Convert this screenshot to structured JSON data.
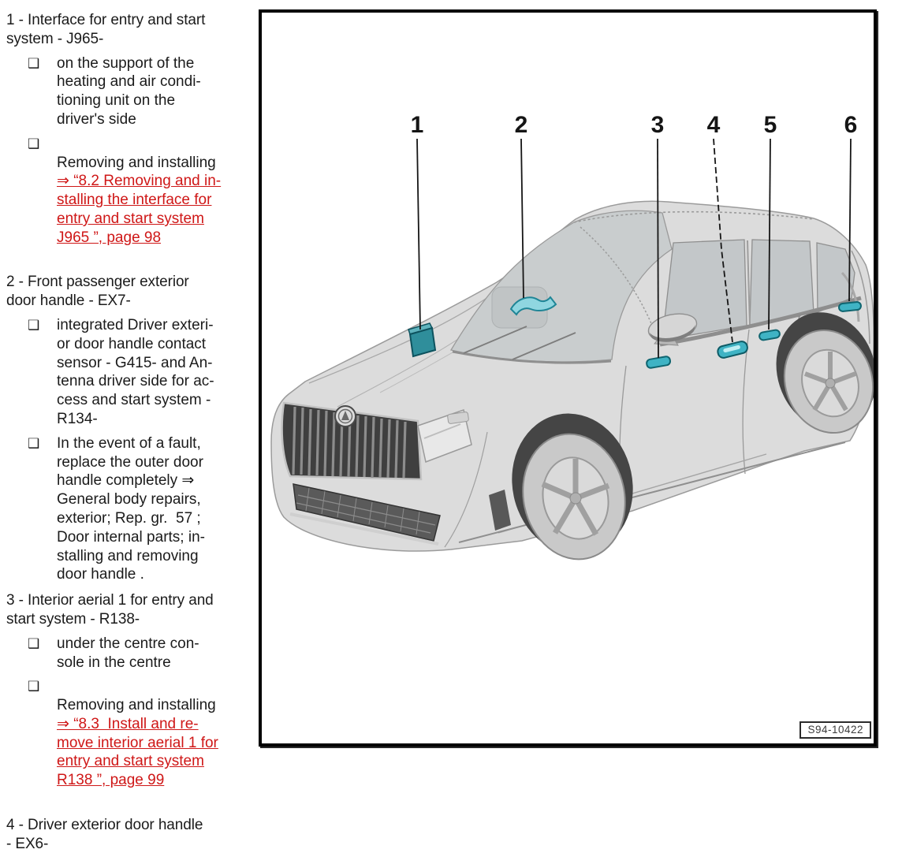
{
  "legend": {
    "bullet_glyph": "❑",
    "items": [
      {
        "title": "1 - Interface for entry and start\nsystem - J965-",
        "bullets": [
          {
            "text": "on the support of the\nheating and air condi-\ntioning unit on the\ndriver's side"
          },
          {
            "text": "Removing and installing",
            "link": "⇒ “8.2 Removing and in-\nstalling the interface for\nentry and start system\nJ965 ”, page 98"
          }
        ]
      },
      {
        "title": "2 - Front passenger exterior\ndoor handle - EX7-",
        "bullets": [
          {
            "text": "integrated Driver exteri-\nor door handle contact\nsensor - G415- and An-\ntenna driver side for ac-\ncess and start system -\nR134-"
          },
          {
            "text": "In the event of a fault,\nreplace the outer door\nhandle completely ⇒\nGeneral body repairs,\nexterior; Rep. gr.  57 ;\nDoor internal parts; in-\nstalling and removing\ndoor handle ."
          }
        ]
      },
      {
        "title": "3 - Interior aerial 1 for entry and\nstart system - R138-",
        "bullets": [
          {
            "text": "under the centre con-\nsole in the centre"
          },
          {
            "text": "Removing and installing",
            "link": "⇒ “8.3  Install and re-\nmove interior aerial 1 for\nentry and start system\nR138 ”, page 99"
          }
        ]
      },
      {
        "title": "4 - Driver exterior door handle\n- EX6-",
        "bullets": []
      }
    ]
  },
  "figure": {
    "label": "S94-10422",
    "highlight_color": "#3fb3c4",
    "callouts": [
      "1",
      "2",
      "3",
      "4",
      "5",
      "6"
    ]
  }
}
